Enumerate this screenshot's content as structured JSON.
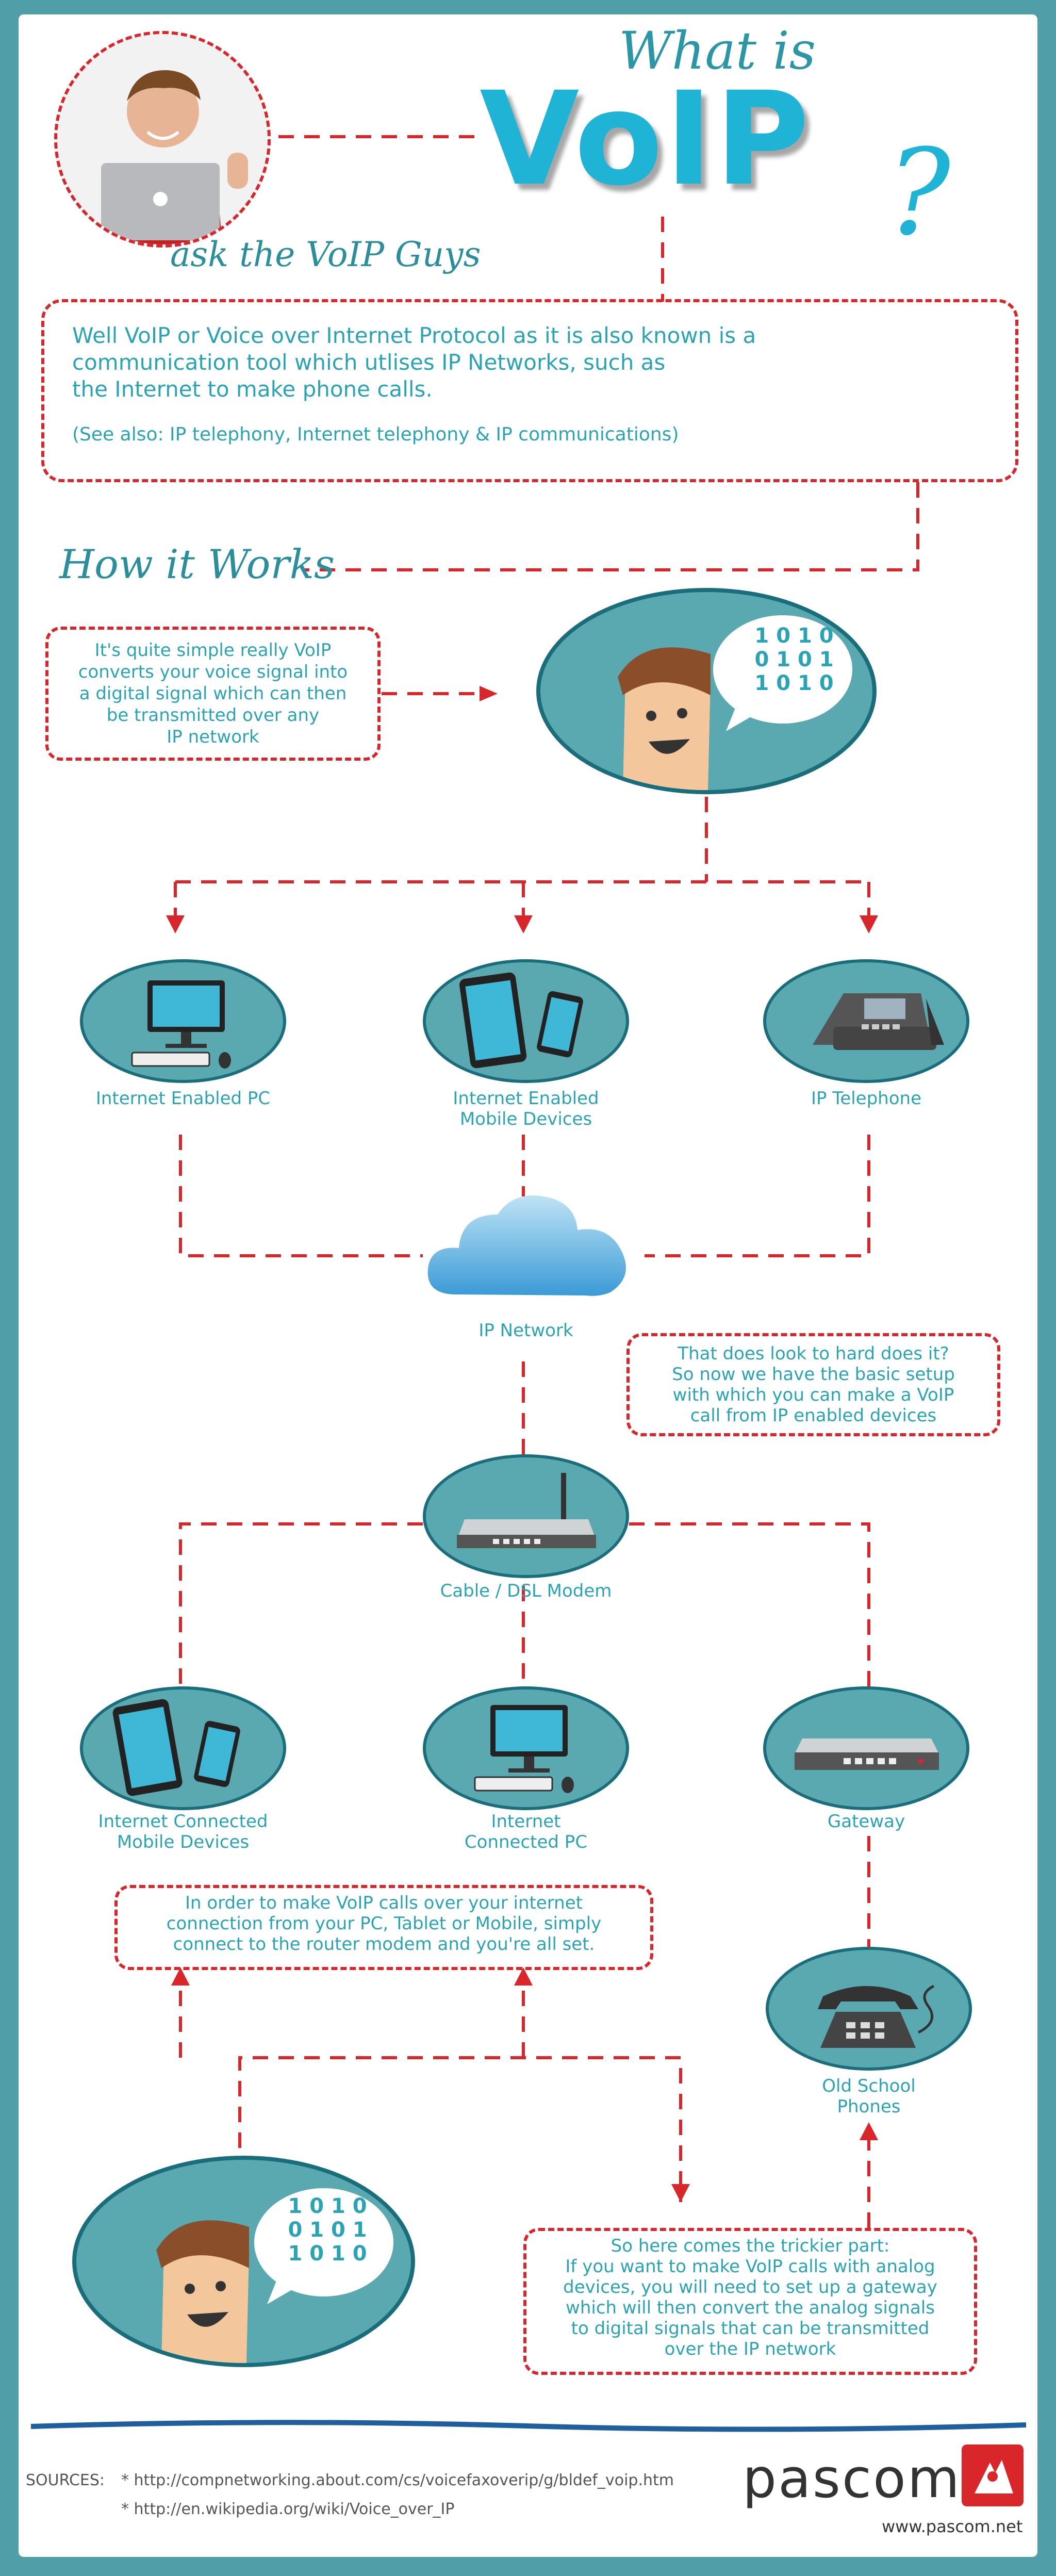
{
  "header": {
    "title_line1": "What is",
    "title_voip": "VoIP",
    "question_mark": "?",
    "tagline": "ask the VoIP Guys"
  },
  "intro": {
    "text": "Well VoIP or Voice over Internet Protocol as it is also known is a\ncommunication tool which utlises IP Networks, such as\nthe Internet to make phone calls.",
    "see_also": "(See also: IP telephony, Internet telephony & IP communications)"
  },
  "how_it_works": {
    "heading": "How it Works",
    "bubble_text": "It's quite simple really VoIP\nconverts your voice signal into\na digital signal which can then\nbe transmitted over any\nIP network",
    "binary": [
      "1 0 1 0",
      "0 1 0 1",
      "1 0 1 0"
    ]
  },
  "devices_top": [
    {
      "label": "Internet Enabled PC",
      "icon": "desktop-pc-icon"
    },
    {
      "label": "Internet Enabled\nMobile Devices",
      "icon": "mobile-devices-icon"
    },
    {
      "label": "IP Telephone",
      "icon": "ip-telephone-icon"
    }
  ],
  "network": {
    "label": "IP Network",
    "note": "That does look to hard does it?\nSo now we have the basic setup\nwith which you can make a VoIP\ncall from IP enabled devices"
  },
  "modem": {
    "label": "Cable / DSL Modem"
  },
  "devices_bottom": [
    {
      "label": "Internet Connected\nMobile Devices",
      "icon": "mobile-devices-icon"
    },
    {
      "label": "Internet\nConnected PC",
      "icon": "desktop-pc-icon"
    },
    {
      "label": "Gateway",
      "icon": "gateway-icon"
    }
  ],
  "router_note": "In order to make VoIP calls over your internet\nconnection from your PC, Tablet or Mobile, simply\nconnect to the router modem and you're all set.",
  "old_phones": {
    "label": "Old School\nPhones"
  },
  "tricky_note": "So here comes the trickier part:\nIf you want to make VoIP calls with analog\ndevices, you will need to set up a gateway\nwhich will then convert the analog signals\nto digital signals that can be transmitted\nover the IP network",
  "footer": {
    "sources_label": "SOURCES:",
    "source1": "* http://compnetworking.about.com/cs/voicefaxoverip/g/bldef_voip.htm",
    "source2": "* http://en.wikipedia.org/wiki/Voice_over_IP",
    "brand": "pascom",
    "website": "www.pascom.net"
  },
  "colors": {
    "accent": "#2aa3b5",
    "dash_red": "#d9262b",
    "circle_fill": "#5aa9b0",
    "border_teal": "#4f9ea8",
    "footer_blue": "#1f5f9e"
  }
}
